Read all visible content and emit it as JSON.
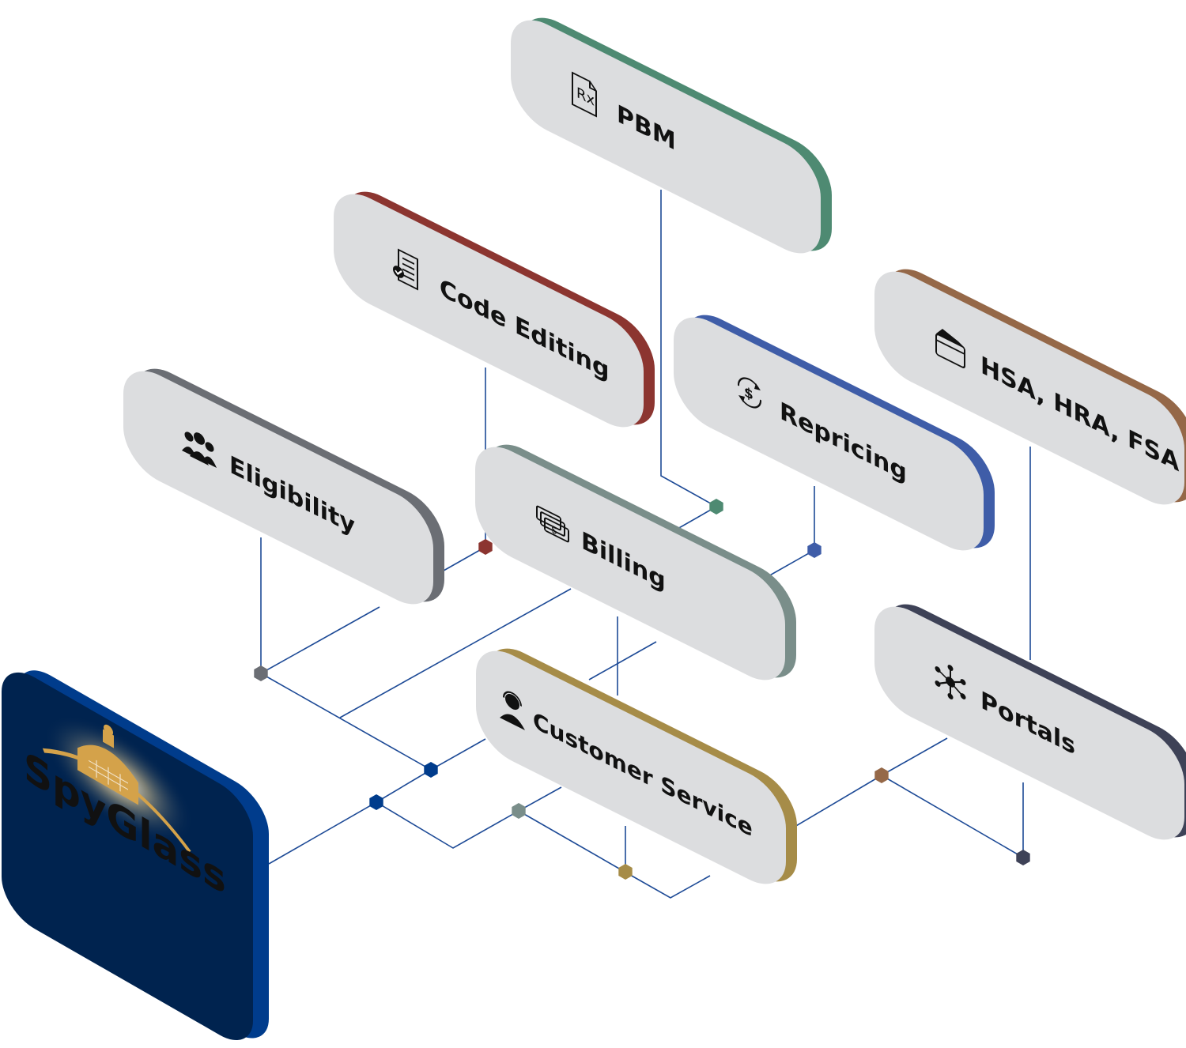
{
  "brand": {
    "name": "SpyGlass",
    "face_color": "#00234f",
    "edge_color": "#003c8c",
    "logo_color": "#d4a24a"
  },
  "connector_color": "#1d4a96",
  "modules": [
    {
      "id": "pbm",
      "label": "PBM",
      "icon": "rx-document-icon",
      "color": "#4e8a72"
    },
    {
      "id": "code-editing",
      "label": "Code Editing",
      "icon": "checklist-document-icon",
      "color": "#8c3530"
    },
    {
      "id": "repricing",
      "label": "Repricing",
      "icon": "dollar-cycle-icon",
      "color": "#3f5da8"
    },
    {
      "id": "hsa",
      "label": "HSA, HRA, FSA",
      "icon": "wallet-cards-icon",
      "color": "#956848"
    },
    {
      "id": "eligibility",
      "label": "Eligibility",
      "icon": "people-group-icon",
      "color": "#6b6e74"
    },
    {
      "id": "billing",
      "label": "Billing",
      "icon": "money-stack-icon",
      "color": "#7a8e8a"
    },
    {
      "id": "customer-service",
      "label": "Customer Service",
      "icon": "headset-agent-icon",
      "color": "#a68c48"
    },
    {
      "id": "portals",
      "label": "Portals",
      "icon": "network-hub-icon",
      "color": "#3e4257"
    }
  ]
}
